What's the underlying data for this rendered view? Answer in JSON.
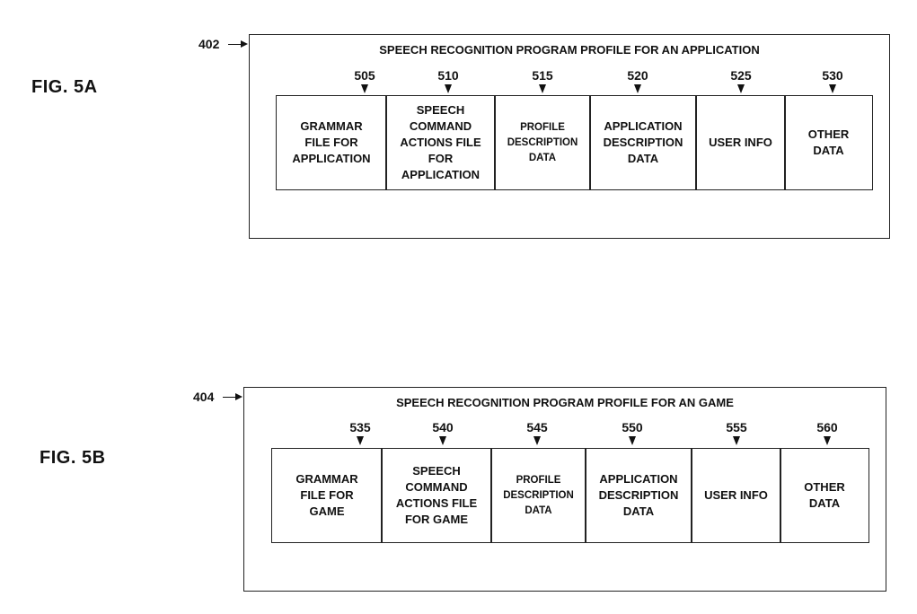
{
  "fig5a": {
    "fig_label": "FIG. 5A",
    "ref": "402",
    "title": "SPEECH RECOGNITION PROGRAM PROFILE FOR AN APPLICATION",
    "callouts": [
      "505",
      "510",
      "515",
      "520",
      "525",
      "530"
    ],
    "cells": [
      "GRAMMAR\nFILE FOR\nAPPLICATION",
      "SPEECH\nCOMMAND\nACTIONS FILE\nFOR\nAPPLICATION",
      "PROFILE\nDESCRIPTION\nDATA",
      "APPLICATION\nDESCRIPTION\nDATA",
      "USER INFO",
      "OTHER\nDATA"
    ]
  },
  "fig5b": {
    "fig_label": "FIG. 5B",
    "ref": "404",
    "title": "SPEECH RECOGNITION PROGRAM PROFILE FOR AN GAME",
    "callouts": [
      "535",
      "540",
      "545",
      "550",
      "555",
      "560"
    ],
    "cells": [
      "GRAMMAR\nFILE FOR\nGAME",
      "SPEECH\nCOMMAND\nACTIONS FILE\nFOR GAME",
      "PROFILE\nDESCRIPTION\nDATA",
      "APPLICATION\nDESCRIPTION\nDATA",
      "USER INFO",
      "OTHER\nDATA"
    ]
  }
}
